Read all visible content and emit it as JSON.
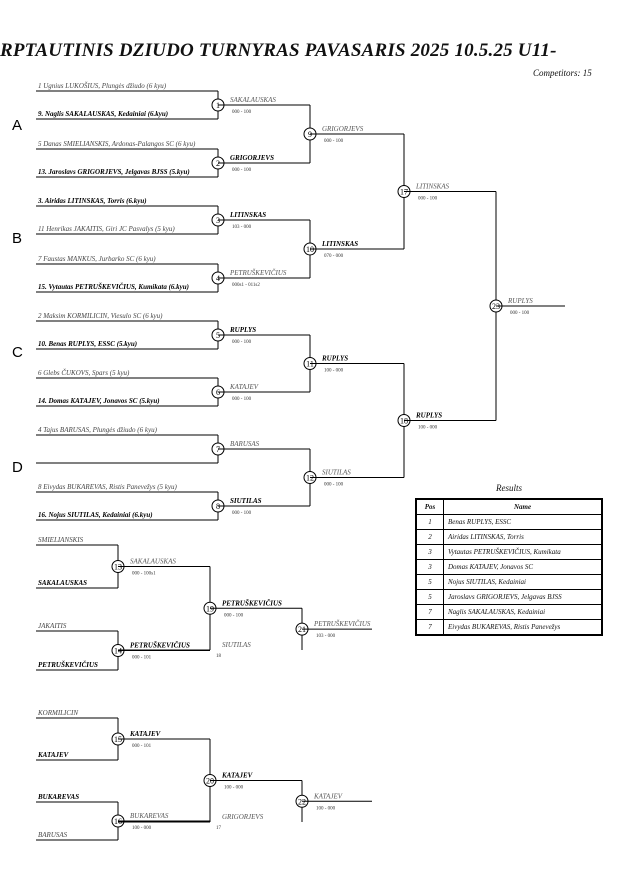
{
  "header": {
    "title": "RPTAUTINIS DZIUDO TURNYRAS PAVASARIS 2025  10.5.25     U11-",
    "competitors": "Competitors: 15"
  },
  "pools": [
    "A",
    "B",
    "C",
    "D"
  ],
  "seeds": [
    {
      "text": "1  Ugnius LUKOŠIUS, Plungės džiudo (6 kyu)",
      "win": false
    },
    {
      "text": "9. Naglis SAKALAUSKAS, Kedainiai (6.kyu)",
      "win": true
    },
    {
      "text": "5  Danas SMIELIANSKIS, Ardonas-Palangos SC (6 kyu)",
      "win": false
    },
    {
      "text": "13. Jaroslavs GRIGORJEVS, Jelgavas BJSS (5.kyu)",
      "win": true
    },
    {
      "text": "3. Airidas LITINSKAS, Torris (6.kyu)",
      "win": true
    },
    {
      "text": "11  Henrikas JAKAITIS, Giri JC Pasvalys (5 kyu)",
      "win": false
    },
    {
      "text": "7  Faustas MANKUS, Jurbarko SC (6 kyu)",
      "win": false
    },
    {
      "text": "15. Vytautas PETRUŠKEVIČIUS, Kumikata (6.kyu)",
      "win": true
    },
    {
      "text": "2  Maksim KORMILICIN, Viesulo SC (6 kyu)",
      "win": false
    },
    {
      "text": "10. Benas RUPLYS, ESSC (5.kyu)",
      "win": true
    },
    {
      "text": "6  Glebs ČUKOVS, Spars (5 kyu)",
      "win": false
    },
    {
      "text": "14. Domas KATAJEV, Jonavos SC (5.kyu)",
      "win": true
    },
    {
      "text": "4  Tajus BARUSAS, Plungės džiudo (6 kyu)",
      "win": false
    },
    {
      "text": "",
      "win": false
    },
    {
      "text": "8  Eivydas BUKAREVAS, Ristis Panevežys (5 kyu)",
      "win": false
    },
    {
      "text": "16. Nojus SIUTILAS, Kedainiai (6.kyu)",
      "win": true
    }
  ],
  "matches": [
    {
      "num": "1",
      "winner": "SAKALAUSKAS",
      "score": "000 - 100",
      "bold": false
    },
    {
      "num": "2",
      "winner": "GRIGORJEVS",
      "score": "000 - 100",
      "bold": true
    },
    {
      "num": "3",
      "winner": "LITINSKAS",
      "score": "103 - 000",
      "bold": true
    },
    {
      "num": "4",
      "winner": "PETRUŠKEVIČIUS",
      "score": "000s1 - 011s2",
      "bold": false
    },
    {
      "num": "5",
      "winner": "RUPLYS",
      "score": "000 - 100",
      "bold": true
    },
    {
      "num": "6",
      "winner": "KATAJEV",
      "score": "000 - 100",
      "bold": false
    },
    {
      "num": "7",
      "winner": "BARUSAS",
      "score": "",
      "bold": false
    },
    {
      "num": "8",
      "winner": "SIUTILAS",
      "score": "000 - 100",
      "bold": true
    },
    {
      "num": "9",
      "winner": "GRIGORJEVS",
      "score": "000 - 100",
      "bold": false
    },
    {
      "num": "10",
      "winner": "LITINSKAS",
      "score": "070 - 000",
      "bold": true
    },
    {
      "num": "11",
      "winner": "RUPLYS",
      "score": "100 - 000",
      "bold": true
    },
    {
      "num": "12",
      "winner": "SIUTILAS",
      "score": "000 - 100",
      "bold": false
    },
    {
      "num": "17",
      "winner": "LITINSKAS",
      "score": "000 - 100",
      "bold": false
    },
    {
      "num": "18",
      "winner": "RUPLYS",
      "score": "100 - 000",
      "bold": true
    },
    {
      "num": "23",
      "winner": "RUPLYS",
      "score": "000 - 100",
      "bold": false
    }
  ],
  "repechage": {
    "entrants": [
      {
        "text": "SMIELIANSKIS",
        "win": false
      },
      {
        "text": "SAKALAUSKAS",
        "win": true
      },
      {
        "text": "JAKAITIS",
        "win": false
      },
      {
        "text": "PETRUŠKEVIČIUS",
        "win": true
      },
      {
        "text": "KORMILICIN",
        "win": false
      },
      {
        "text": "KATAJEV",
        "win": true
      },
      {
        "text": "BUKAREVAS",
        "win": true
      },
      {
        "text": "BARUSAS",
        "win": false
      }
    ],
    "matches": [
      {
        "num": "13",
        "winner": "SAKALAUSKAS",
        "score": "000 - 100s1",
        "bold": false
      },
      {
        "num": "14",
        "winner": "PETRUŠKEVIČIUS",
        "score": "000 - 101",
        "bold": true
      },
      {
        "num": "15",
        "winner": "KATAJEV",
        "score": "000 - 101",
        "bold": true
      },
      {
        "num": "16",
        "winner": "BUKAREVAS",
        "score": "100 - 000",
        "bold": false
      },
      {
        "num": "19",
        "winner": "PETRUŠKEVIČIUS",
        "score": "000 - 100",
        "bold": true
      },
      {
        "num": "20",
        "winner": "KATAJEV",
        "score": "100 - 000",
        "bold": true
      },
      {
        "num": "21",
        "winner": "PETRUŠKEVIČIUS",
        "score": "103 - 000",
        "bold": false
      },
      {
        "num": "22",
        "winner": "KATAJEV",
        "score": "100 - 000",
        "bold": false
      }
    ],
    "byes": [
      {
        "from": "SIUTILAS",
        "match": "18"
      },
      {
        "from": "GRIGORJEVS",
        "match": "17"
      }
    ]
  },
  "results": {
    "title": "Results",
    "headers": [
      "Pos",
      "Name"
    ],
    "rows": [
      {
        "pos": "1",
        "name": "Benas RUPLYS, ESSC"
      },
      {
        "pos": "2",
        "name": "Airidas LITINSKAS, Torris"
      },
      {
        "pos": "3",
        "name": "Vytautas PETRUŠKEVIČIUS, Kumikata"
      },
      {
        "pos": "3",
        "name": "Domas KATAJEV, Jonavos SC"
      },
      {
        "pos": "5",
        "name": "Nojus SIUTILAS, Kedainiai"
      },
      {
        "pos": "5",
        "name": "Jaroslavs GRIGORJEVS, Jelgavas BJSS"
      },
      {
        "pos": "7",
        "name": "Naglis SAKALAUSKAS, Kedainiai"
      },
      {
        "pos": "7",
        "name": "Eivydas BUKAREVAS, Ristis Panevežys"
      }
    ]
  }
}
